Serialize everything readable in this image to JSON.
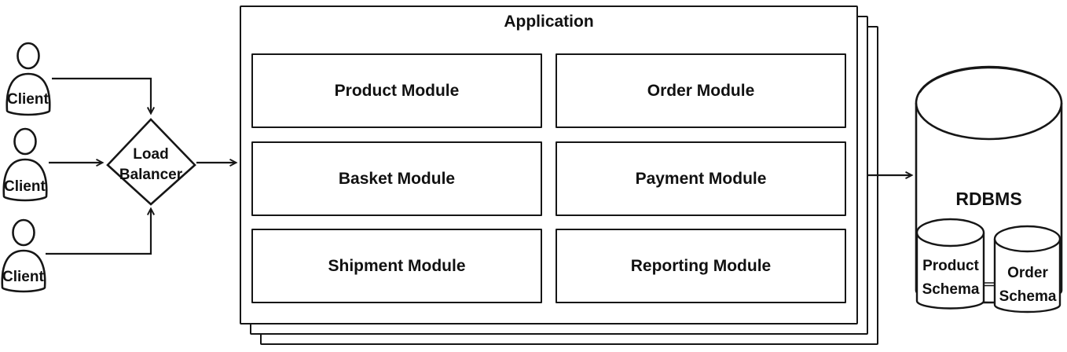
{
  "diagram": {
    "clients": [
      {
        "label": "Client"
      },
      {
        "label": "Client"
      },
      {
        "label": "Client"
      }
    ],
    "load_balancer": {
      "label": "Load Balancer"
    },
    "application": {
      "title": "Application",
      "modules": [
        {
          "label": "Product Module"
        },
        {
          "label": "Order Module"
        },
        {
          "label": "Basket Module"
        },
        {
          "label": "Payment Module"
        },
        {
          "label": "Shipment Module"
        },
        {
          "label": "Reporting Module"
        }
      ]
    },
    "database": {
      "label": "RDBMS",
      "schemas": [
        {
          "label": "Product Schema"
        },
        {
          "label": "Order Schema"
        }
      ]
    },
    "colors": {
      "stroke": "#161616",
      "background": "#ffffff"
    }
  }
}
